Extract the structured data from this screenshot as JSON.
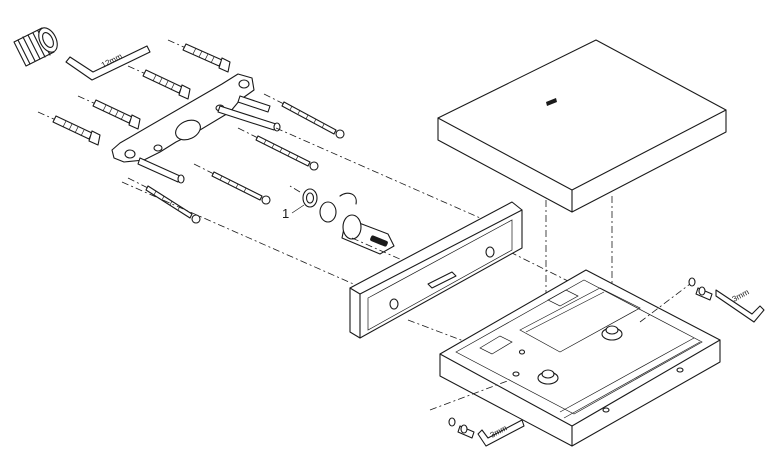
{
  "labels": {
    "part_number": "1",
    "tool_hex_large": "12mm",
    "tool_hex_right": "3mm",
    "tool_hex_bottom": "3mm"
  },
  "icons": [
    "threaded-plug-icon",
    "hex-key-icon",
    "screw-icon",
    "wall-anchor-icon",
    "bracket-icon",
    "o-ring-icon",
    "cartridge-icon",
    "wall-plate-icon",
    "base-tray-icon",
    "cover-plate-icon"
  ]
}
